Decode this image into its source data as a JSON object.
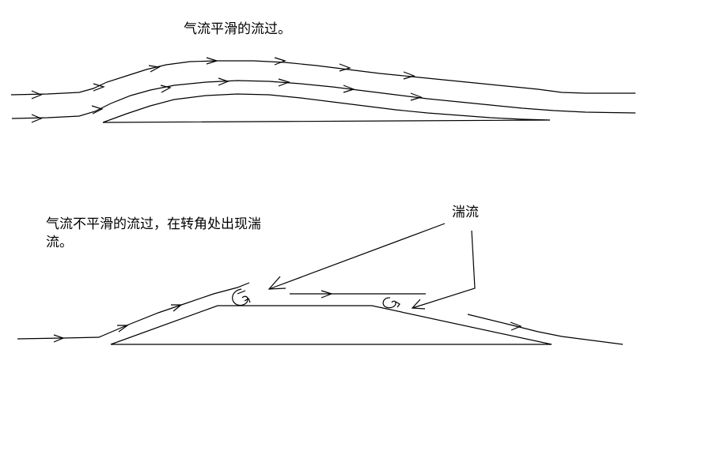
{
  "smooth": {
    "caption": "气流平滑的流过。"
  },
  "turbulent": {
    "caption_line1": "气流不平滑的流过，在转角处出现湍",
    "caption_line2": "流。",
    "label": "湍流"
  },
  "colors": {
    "line": "#000000",
    "background": "#ffffff"
  }
}
